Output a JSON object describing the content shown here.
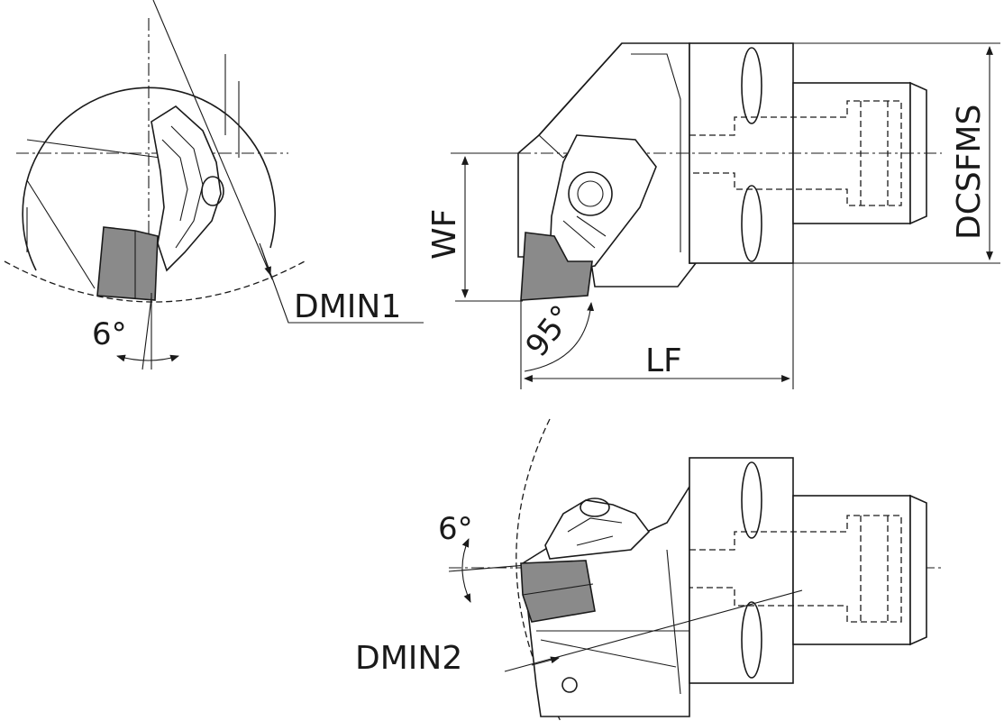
{
  "labels": {
    "dmin1": "DMIN1",
    "dmin2": "DMIN2",
    "wf": "WF",
    "lf": "LF",
    "dcsfms": "DCSFMS",
    "angle_top": "6°",
    "angle_bottom": "6°",
    "angle_lead": "95°"
  },
  "colors": {
    "line": "#1a1a1a",
    "insert": "#8a8a8a",
    "background": "#ffffff"
  }
}
